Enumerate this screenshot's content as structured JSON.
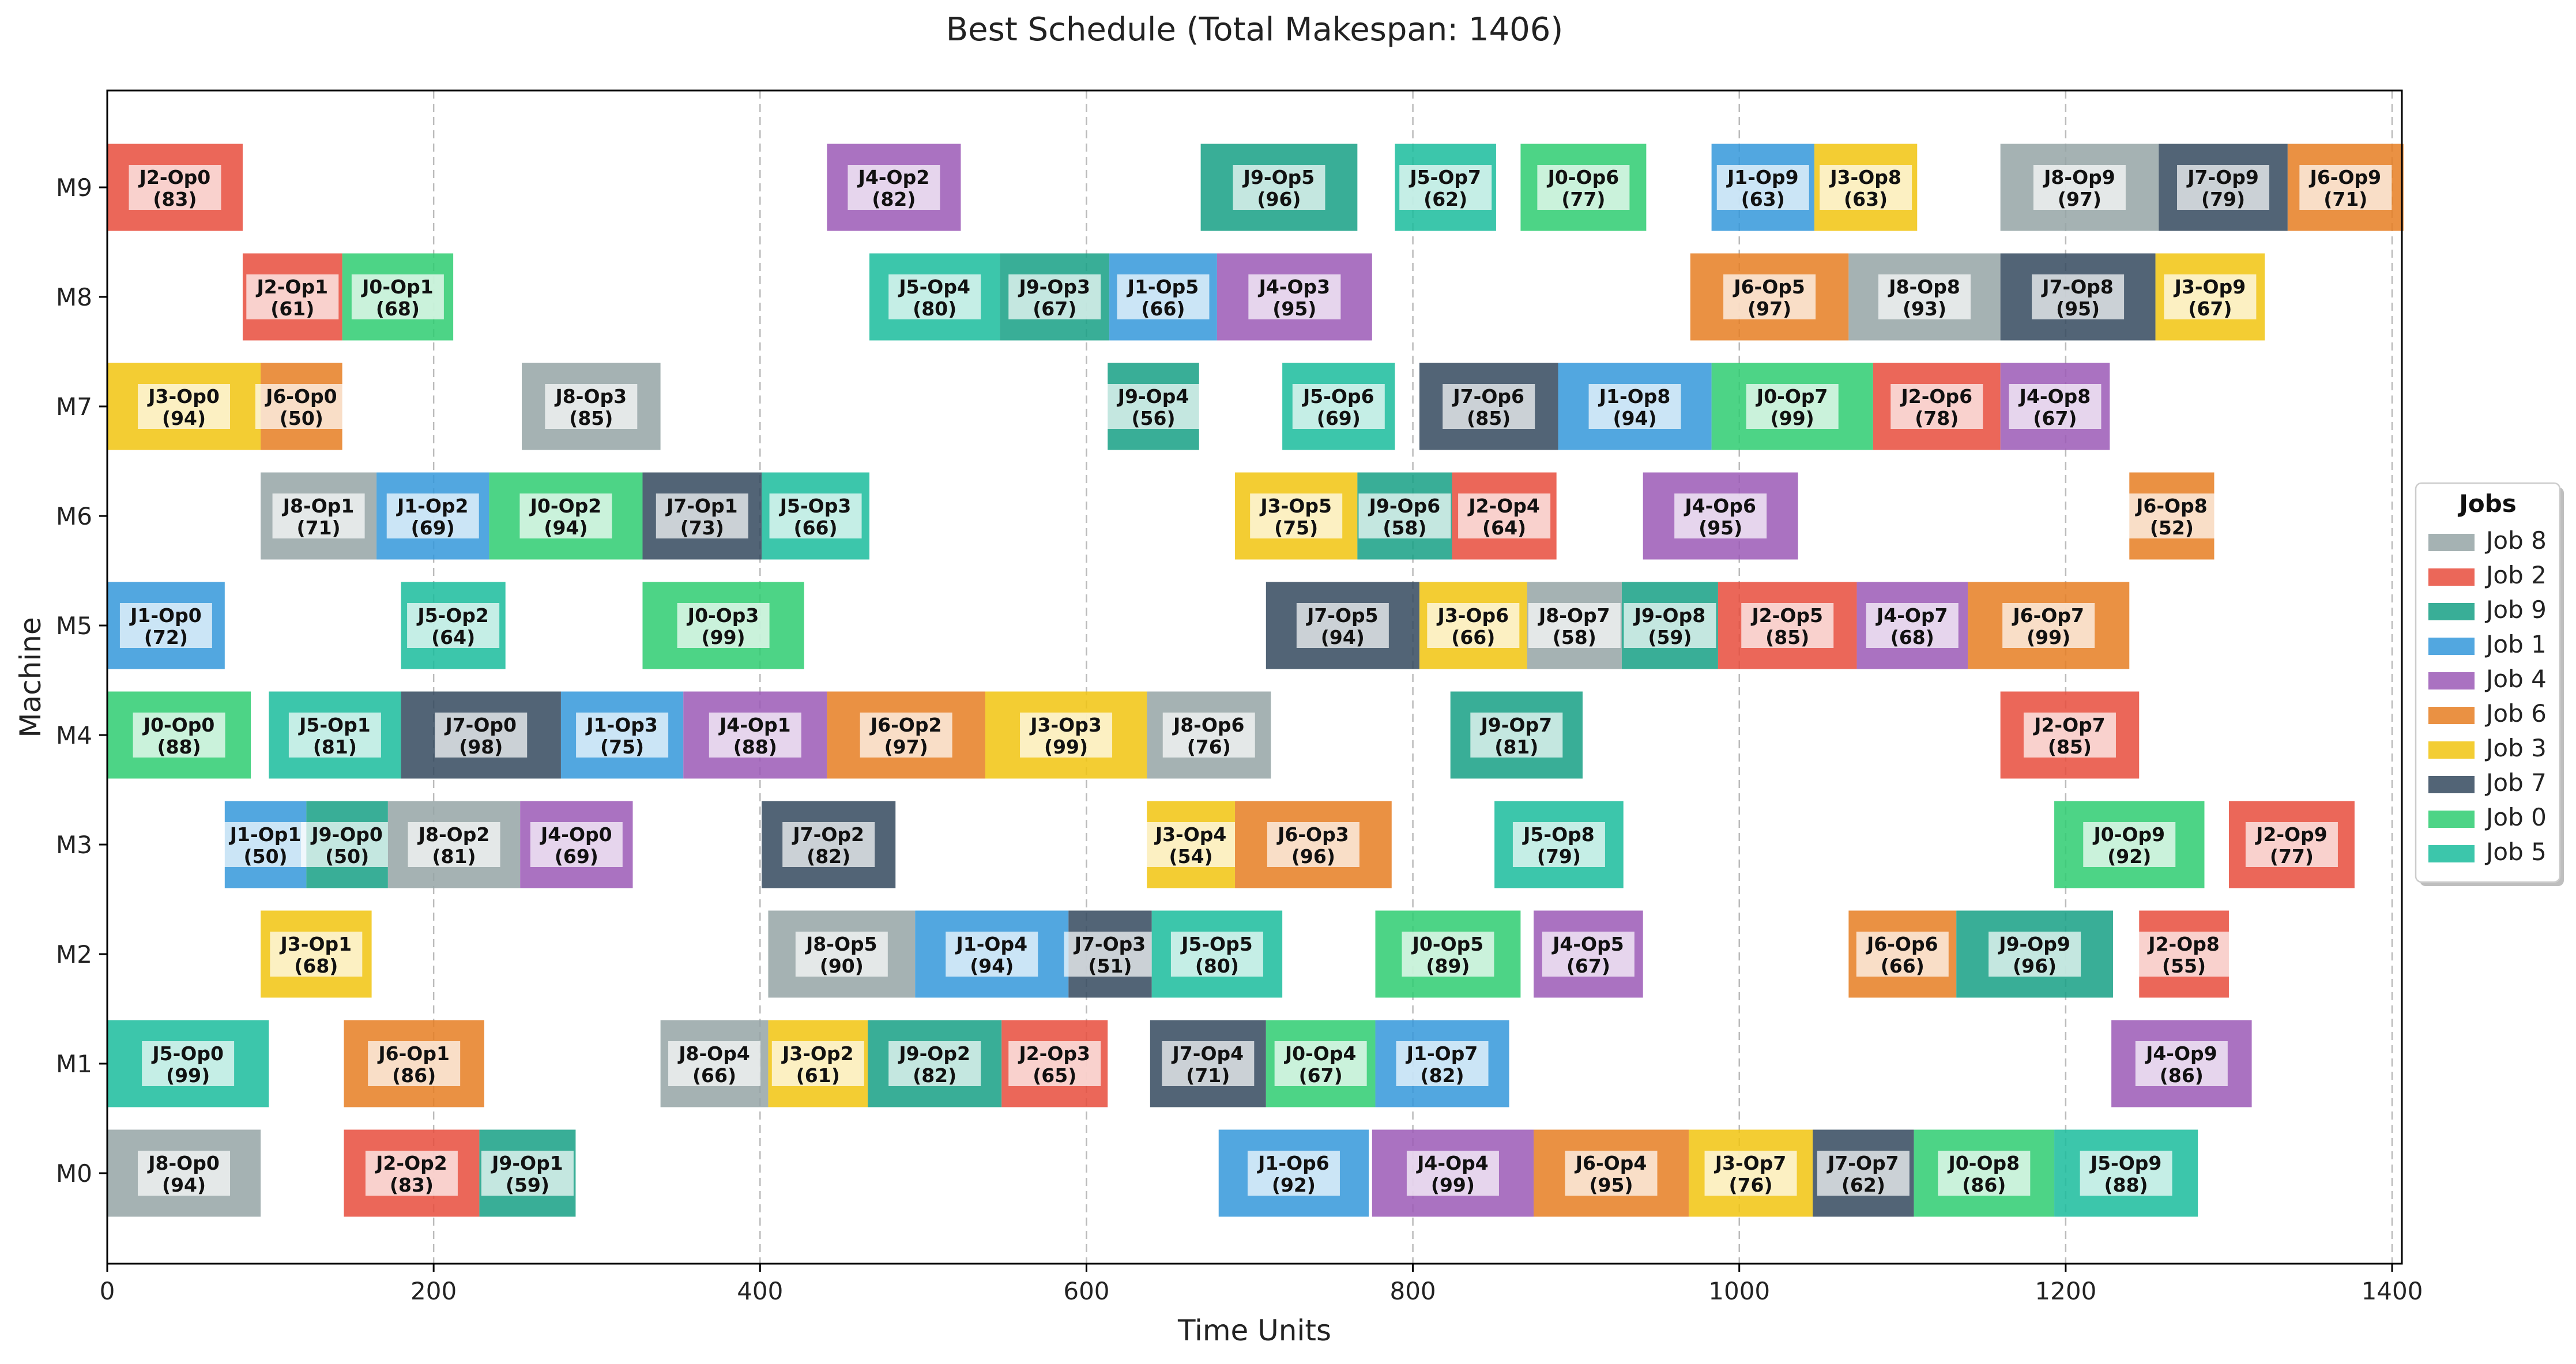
{
  "chart_data": {
    "type": "gantt",
    "title": "Best Schedule (Total Makespan: 1406)",
    "xlabel": "Time Units",
    "ylabel": "Machine",
    "xlim": [
      0,
      1406
    ],
    "xticks": [
      0,
      200,
      400,
      600,
      800,
      1000,
      1200,
      1400
    ],
    "machines": [
      "M0",
      "M1",
      "M2",
      "M3",
      "M4",
      "M5",
      "M6",
      "M7",
      "M8",
      "M9"
    ],
    "grid": "x-dashed",
    "legend": {
      "title": "Jobs",
      "placement": "right-center",
      "entries": [
        {
          "label": "Job 8",
          "color": "#95a5a6"
        },
        {
          "label": "Job 2",
          "color": "#e74c3c"
        },
        {
          "label": "Job 9",
          "color": "#16a085"
        },
        {
          "label": "Job 1",
          "color": "#3498db"
        },
        {
          "label": "Job 4",
          "color": "#9b59b6"
        },
        {
          "label": "Job 6",
          "color": "#e67e22"
        },
        {
          "label": "Job 3",
          "color": "#f1c40f"
        },
        {
          "label": "Job 7",
          "color": "#34495e"
        },
        {
          "label": "Job 0",
          "color": "#2ecc71"
        },
        {
          "label": "Job 5",
          "color": "#1abc9c"
        }
      ]
    },
    "job_colors": {
      "0": "#2ecc71",
      "1": "#3498db",
      "2": "#e74c3c",
      "3": "#f1c40f",
      "4": "#9b59b6",
      "5": "#1abc9c",
      "6": "#e67e22",
      "7": "#34495e",
      "8": "#95a5a6",
      "9": "#16a085"
    },
    "tasks": [
      {
        "machine": 0,
        "job": 8,
        "label": "J8-Op0",
        "start": 0,
        "duration": 94
      },
      {
        "machine": 0,
        "job": 2,
        "label": "J2-Op2",
        "start": 145,
        "duration": 83
      },
      {
        "machine": 0,
        "job": 9,
        "label": "J9-Op1",
        "start": 228,
        "duration": 59
      },
      {
        "machine": 0,
        "job": 1,
        "label": "J1-Op6",
        "start": 681,
        "duration": 92
      },
      {
        "machine": 0,
        "job": 4,
        "label": "J4-Op4",
        "start": 775,
        "duration": 99
      },
      {
        "machine": 0,
        "job": 6,
        "label": "J6-Op4",
        "start": 874,
        "duration": 95
      },
      {
        "machine": 0,
        "job": 3,
        "label": "J3-Op7",
        "start": 969,
        "duration": 76
      },
      {
        "machine": 0,
        "job": 7,
        "label": "J7-Op7",
        "start": 1045,
        "duration": 62
      },
      {
        "machine": 0,
        "job": 0,
        "label": "J0-Op8",
        "start": 1107,
        "duration": 86
      },
      {
        "machine": 0,
        "job": 5,
        "label": "J5-Op9",
        "start": 1193,
        "duration": 88
      },
      {
        "machine": 1,
        "job": 5,
        "label": "J5-Op0",
        "start": 0,
        "duration": 99
      },
      {
        "machine": 1,
        "job": 6,
        "label": "J6-Op1",
        "start": 145,
        "duration": 86
      },
      {
        "machine": 1,
        "job": 8,
        "label": "J8-Op4",
        "start": 339,
        "duration": 66
      },
      {
        "machine": 1,
        "job": 3,
        "label": "J3-Op2",
        "start": 405,
        "duration": 61
      },
      {
        "machine": 1,
        "job": 9,
        "label": "J9-Op2",
        "start": 466,
        "duration": 82
      },
      {
        "machine": 1,
        "job": 2,
        "label": "J2-Op3",
        "start": 548,
        "duration": 65
      },
      {
        "machine": 1,
        "job": 7,
        "label": "J7-Op4",
        "start": 639,
        "duration": 71
      },
      {
        "machine": 1,
        "job": 0,
        "label": "J0-Op4",
        "start": 710,
        "duration": 67
      },
      {
        "machine": 1,
        "job": 1,
        "label": "J1-Op7",
        "start": 777,
        "duration": 82
      },
      {
        "machine": 1,
        "job": 4,
        "label": "J4-Op9",
        "start": 1228,
        "duration": 86
      },
      {
        "machine": 2,
        "job": 3,
        "label": "J3-Op1",
        "start": 94,
        "duration": 68
      },
      {
        "machine": 2,
        "job": 8,
        "label": "J8-Op5",
        "start": 405,
        "duration": 90
      },
      {
        "machine": 2,
        "job": 1,
        "label": "J1-Op4",
        "start": 495,
        "duration": 94
      },
      {
        "machine": 2,
        "job": 7,
        "label": "J7-Op3",
        "start": 589,
        "duration": 51
      },
      {
        "machine": 2,
        "job": 5,
        "label": "J5-Op5",
        "start": 640,
        "duration": 80
      },
      {
        "machine": 2,
        "job": 0,
        "label": "J0-Op5",
        "start": 777,
        "duration": 89
      },
      {
        "machine": 2,
        "job": 4,
        "label": "J4-Op5",
        "start": 874,
        "duration": 67
      },
      {
        "machine": 2,
        "job": 6,
        "label": "J6-Op6",
        "start": 1067,
        "duration": 66
      },
      {
        "machine": 2,
        "job": 9,
        "label": "J9-Op9",
        "start": 1133,
        "duration": 96
      },
      {
        "machine": 2,
        "job": 2,
        "label": "J2-Op8",
        "start": 1245,
        "duration": 55
      },
      {
        "machine": 3,
        "job": 1,
        "label": "J1-Op1",
        "start": 72,
        "duration": 50
      },
      {
        "machine": 3,
        "job": 9,
        "label": "J9-Op0",
        "start": 122,
        "duration": 50
      },
      {
        "machine": 3,
        "job": 8,
        "label": "J8-Op2",
        "start": 172,
        "duration": 81
      },
      {
        "machine": 3,
        "job": 4,
        "label": "J4-Op0",
        "start": 253,
        "duration": 69
      },
      {
        "machine": 3,
        "job": 7,
        "label": "J7-Op2",
        "start": 401,
        "duration": 82
      },
      {
        "machine": 3,
        "job": 3,
        "label": "J3-Op4",
        "start": 637,
        "duration": 54
      },
      {
        "machine": 3,
        "job": 6,
        "label": "J6-Op3",
        "start": 691,
        "duration": 96
      },
      {
        "machine": 3,
        "job": 5,
        "label": "J5-Op8",
        "start": 850,
        "duration": 79
      },
      {
        "machine": 3,
        "job": 0,
        "label": "J0-Op9",
        "start": 1193,
        "duration": 92
      },
      {
        "machine": 3,
        "job": 2,
        "label": "J2-Op9",
        "start": 1300,
        "duration": 77
      },
      {
        "machine": 4,
        "job": 0,
        "label": "J0-Op0",
        "start": 0,
        "duration": 88
      },
      {
        "machine": 4,
        "job": 5,
        "label": "J5-Op1",
        "start": 99,
        "duration": 81
      },
      {
        "machine": 4,
        "job": 7,
        "label": "J7-Op0",
        "start": 180,
        "duration": 98
      },
      {
        "machine": 4,
        "job": 1,
        "label": "J1-Op3",
        "start": 278,
        "duration": 75
      },
      {
        "machine": 4,
        "job": 4,
        "label": "J4-Op1",
        "start": 353,
        "duration": 88
      },
      {
        "machine": 4,
        "job": 6,
        "label": "J6-Op2",
        "start": 441,
        "duration": 97
      },
      {
        "machine": 4,
        "job": 3,
        "label": "J3-Op3",
        "start": 538,
        "duration": 99
      },
      {
        "machine": 4,
        "job": 8,
        "label": "J8-Op6",
        "start": 637,
        "duration": 76
      },
      {
        "machine": 4,
        "job": 9,
        "label": "J9-Op7",
        "start": 823,
        "duration": 81
      },
      {
        "machine": 4,
        "job": 2,
        "label": "J2-Op7",
        "start": 1160,
        "duration": 85
      },
      {
        "machine": 5,
        "job": 1,
        "label": "J1-Op0",
        "start": 0,
        "duration": 72
      },
      {
        "machine": 5,
        "job": 5,
        "label": "J5-Op2",
        "start": 180,
        "duration": 64
      },
      {
        "machine": 5,
        "job": 0,
        "label": "J0-Op3",
        "start": 328,
        "duration": 99
      },
      {
        "machine": 5,
        "job": 7,
        "label": "J7-Op5",
        "start": 710,
        "duration": 94
      },
      {
        "machine": 5,
        "job": 3,
        "label": "J3-Op6",
        "start": 804,
        "duration": 66
      },
      {
        "machine": 5,
        "job": 8,
        "label": "J8-Op7",
        "start": 870,
        "duration": 58
      },
      {
        "machine": 5,
        "job": 9,
        "label": "J9-Op8",
        "start": 928,
        "duration": 59
      },
      {
        "machine": 5,
        "job": 2,
        "label": "J2-Op5",
        "start": 987,
        "duration": 85
      },
      {
        "machine": 5,
        "job": 4,
        "label": "J4-Op7",
        "start": 1072,
        "duration": 68
      },
      {
        "machine": 5,
        "job": 6,
        "label": "J6-Op7",
        "start": 1140,
        "duration": 99
      },
      {
        "machine": 6,
        "job": 8,
        "label": "J8-Op1",
        "start": 94,
        "duration": 71
      },
      {
        "machine": 6,
        "job": 1,
        "label": "J1-Op2",
        "start": 165,
        "duration": 69
      },
      {
        "machine": 6,
        "job": 0,
        "label": "J0-Op2",
        "start": 234,
        "duration": 94
      },
      {
        "machine": 6,
        "job": 7,
        "label": "J7-Op1",
        "start": 328,
        "duration": 73
      },
      {
        "machine": 6,
        "job": 5,
        "label": "J5-Op3",
        "start": 401,
        "duration": 66
      },
      {
        "machine": 6,
        "job": 3,
        "label": "J3-Op5",
        "start": 691,
        "duration": 75
      },
      {
        "machine": 6,
        "job": 9,
        "label": "J9-Op6",
        "start": 766,
        "duration": 58
      },
      {
        "machine": 6,
        "job": 2,
        "label": "J2-Op4",
        "start": 824,
        "duration": 64
      },
      {
        "machine": 6,
        "job": 4,
        "label": "J4-Op6",
        "start": 941,
        "duration": 95
      },
      {
        "machine": 6,
        "job": 6,
        "label": "J6-Op8",
        "start": 1239,
        "duration": 52
      },
      {
        "machine": 7,
        "job": 3,
        "label": "J3-Op0",
        "start": 0,
        "duration": 94
      },
      {
        "machine": 7,
        "job": 6,
        "label": "J6-Op0",
        "start": 94,
        "duration": 50
      },
      {
        "machine": 7,
        "job": 8,
        "label": "J8-Op3",
        "start": 254,
        "duration": 85
      },
      {
        "machine": 7,
        "job": 9,
        "label": "J9-Op4",
        "start": 613,
        "duration": 56
      },
      {
        "machine": 7,
        "job": 5,
        "label": "J5-Op6",
        "start": 720,
        "duration": 69
      },
      {
        "machine": 7,
        "job": 7,
        "label": "J7-Op6",
        "start": 804,
        "duration": 85
      },
      {
        "machine": 7,
        "job": 1,
        "label": "J1-Op8",
        "start": 889,
        "duration": 94
      },
      {
        "machine": 7,
        "job": 0,
        "label": "J0-Op7",
        "start": 983,
        "duration": 99
      },
      {
        "machine": 7,
        "job": 2,
        "label": "J2-Op6",
        "start": 1082,
        "duration": 78
      },
      {
        "machine": 7,
        "job": 4,
        "label": "J4-Op8",
        "start": 1160,
        "duration": 67
      },
      {
        "machine": 8,
        "job": 2,
        "label": "J2-Op1",
        "start": 83,
        "duration": 61
      },
      {
        "machine": 8,
        "job": 0,
        "label": "J0-Op1",
        "start": 144,
        "duration": 68
      },
      {
        "machine": 8,
        "job": 5,
        "label": "J5-Op4",
        "start": 467,
        "duration": 80
      },
      {
        "machine": 8,
        "job": 9,
        "label": "J9-Op3",
        "start": 547,
        "duration": 67
      },
      {
        "machine": 8,
        "job": 1,
        "label": "J1-Op5",
        "start": 614,
        "duration": 66
      },
      {
        "machine": 8,
        "job": 4,
        "label": "J4-Op3",
        "start": 680,
        "duration": 95
      },
      {
        "machine": 8,
        "job": 6,
        "label": "J6-Op5",
        "start": 970,
        "duration": 97
      },
      {
        "machine": 8,
        "job": 8,
        "label": "J8-Op8",
        "start": 1067,
        "duration": 93
      },
      {
        "machine": 8,
        "job": 7,
        "label": "J7-Op8",
        "start": 1160,
        "duration": 95
      },
      {
        "machine": 8,
        "job": 3,
        "label": "J3-Op9",
        "start": 1255,
        "duration": 67
      },
      {
        "machine": 9,
        "job": 2,
        "label": "J2-Op0",
        "start": 0,
        "duration": 83
      },
      {
        "machine": 9,
        "job": 4,
        "label": "J4-Op2",
        "start": 441,
        "duration": 82
      },
      {
        "machine": 9,
        "job": 9,
        "label": "J9-Op5",
        "start": 670,
        "duration": 96
      },
      {
        "machine": 9,
        "job": 5,
        "label": "J5-Op7",
        "start": 789,
        "duration": 62
      },
      {
        "machine": 9,
        "job": 0,
        "label": "J0-Op6",
        "start": 866,
        "duration": 77
      },
      {
        "machine": 9,
        "job": 1,
        "label": "J1-Op9",
        "start": 983,
        "duration": 63
      },
      {
        "machine": 9,
        "job": 3,
        "label": "J3-Op8",
        "start": 1046,
        "duration": 63
      },
      {
        "machine": 9,
        "job": 8,
        "label": "J8-Op9",
        "start": 1160,
        "duration": 97
      },
      {
        "machine": 9,
        "job": 7,
        "label": "J7-Op9",
        "start": 1257,
        "duration": 79
      },
      {
        "machine": 9,
        "job": 6,
        "label": "J6-Op9",
        "start": 1336,
        "duration": 71
      }
    ]
  }
}
